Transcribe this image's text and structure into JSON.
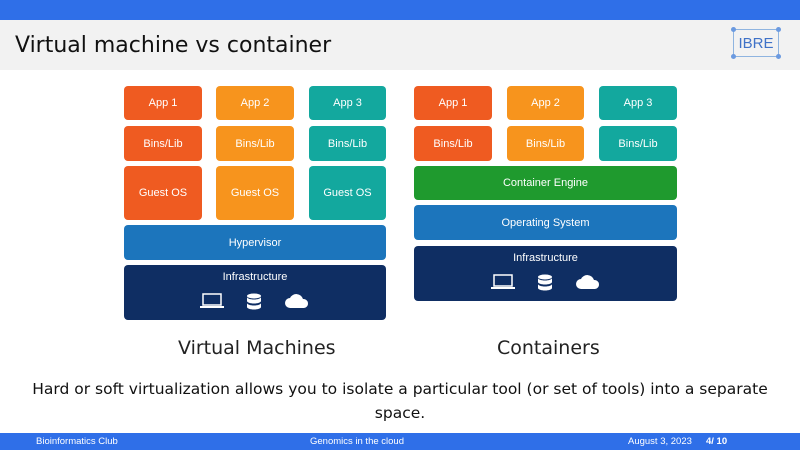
{
  "slide": {
    "title": "Virtual machine vs container",
    "logo_text": "IBRE"
  },
  "vm": {
    "apps": [
      "App 1",
      "App 2",
      "App 3"
    ],
    "bins": [
      "Bins/Lib",
      "Bins/Lib",
      "Bins/Lib"
    ],
    "guests": [
      "Guest OS",
      "Guest OS",
      "Guest OS"
    ],
    "hypervisor": "Hypervisor",
    "infrastructure": "Infrastructure",
    "caption": "Virtual Machines"
  },
  "containers": {
    "apps": [
      "App 1",
      "App 2",
      "App 3"
    ],
    "bins": [
      "Bins/Lib",
      "Bins/Lib",
      "Bins/Lib"
    ],
    "engine": "Container Engine",
    "os": "Operating System",
    "infrastructure": "Infrastructure",
    "caption": "Containers"
  },
  "icons": [
    "laptop-icon",
    "database-icon",
    "cloud-icon"
  ],
  "body_text": "Hard or soft virtualization allows you to isolate a particular tool (or set of tools) into a separate space.",
  "footer": {
    "left": "Bioinformatics Club",
    "center": "Genomics in the cloud",
    "date": "August 3, 2023",
    "page": "4/ 10"
  },
  "colors": {
    "accent_bar": "#2f6fe8",
    "app_red": "#ef5b21",
    "app_orange": "#f7941d",
    "app_teal": "#13a89e",
    "layer_blue": "#1c75bc",
    "infra_navy": "#0f2e63",
    "engine_green": "#1f9a2e"
  }
}
